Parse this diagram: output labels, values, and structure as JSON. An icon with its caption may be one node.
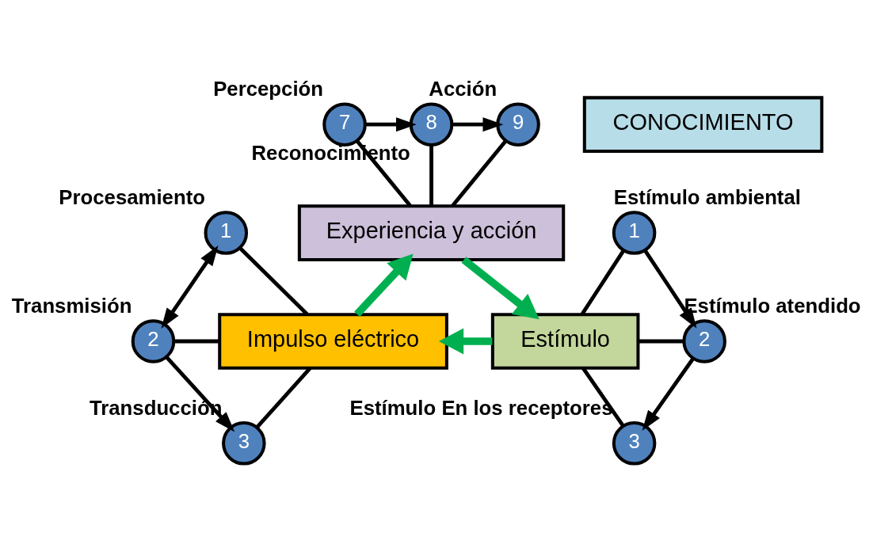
{
  "diagram": {
    "nodes": [
      {
        "text": [
          "CONOCIMIENTO"
        ]
      },
      {
        "text": [
          "7"
        ],
        "beside": [
          "Percepción"
        ]
      },
      {
        "text": [
          "8"
        ],
        "beside": [
          "Reconocimiento"
        ]
      },
      {
        "text": [
          "9"
        ],
        "beside": [
          "Acción"
        ]
      },
      {
        "text": [
          "Experiencia y acción"
        ]
      },
      {
        "text": [
          "1"
        ],
        "beside": [
          "Procesamiento"
        ]
      },
      {
        "text": [
          "2"
        ],
        "beside": [
          "Transmisión"
        ]
      },
      {
        "text": [
          "3"
        ],
        "beside": [
          "Transducción"
        ]
      },
      {
        "text": [
          "Impulso eléctrico"
        ]
      },
      {
        "text": [
          "Estímulo"
        ]
      },
      {
        "text": [
          "1"
        ],
        "beside": [
          "Estímulo ambiental"
        ]
      },
      {
        "text": [
          "2"
        ],
        "beside": [
          "Estímulo atendido"
        ]
      },
      {
        "text": [
          "3"
        ],
        "beside": [
          "Estímulo En los receptores"
        ]
      }
    ],
    "edges": [
      {
        "from": 1,
        "to": 2,
        "arrow": "to"
      },
      {
        "from": 2,
        "to": 3,
        "arrow": "to"
      },
      {
        "from": 4,
        "to": 1,
        "arrow": "none"
      },
      {
        "from": 4,
        "to": 2,
        "arrow": "none"
      },
      {
        "from": 4,
        "to": 3,
        "arrow": "none"
      },
      {
        "from": 5,
        "to": 6,
        "arrow": "both"
      },
      {
        "from": 6,
        "to": 7,
        "arrow": "to"
      },
      {
        "from": 8,
        "to": 5,
        "arrow": "none"
      },
      {
        "from": 8,
        "to": 6,
        "arrow": "none"
      },
      {
        "from": 8,
        "to": 7,
        "arrow": "none"
      },
      {
        "from": 9,
        "to": 10,
        "arrow": "none"
      },
      {
        "from": 9,
        "to": 11,
        "arrow": "none"
      },
      {
        "from": 9,
        "to": 12,
        "arrow": "none"
      },
      {
        "from": 10,
        "to": 11,
        "arrow": "to"
      },
      {
        "from": 11,
        "to": 12,
        "arrow": "to"
      },
      {
        "from": 8,
        "to": 4,
        "arrow": "to",
        "style": "thick",
        "color": "#00b050"
      },
      {
        "from": 4,
        "to": 9,
        "arrow": "to",
        "style": "thick",
        "color": "#00b050"
      },
      {
        "from": 9,
        "to": 8,
        "arrow": "to",
        "style": "thick",
        "color": "#00b050"
      }
    ]
  }
}
